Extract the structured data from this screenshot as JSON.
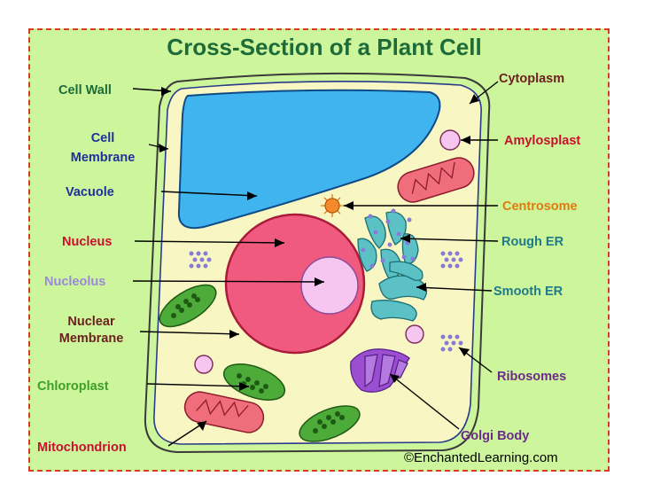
{
  "title": "Cross-Section of a Plant Cell",
  "credit": "©EnchantedLearning.com",
  "labels": {
    "cell_wall": "Cell Wall",
    "cell_membrane_1": "Cell",
    "cell_membrane_2": "Membrane",
    "vacuole": "Vacuole",
    "nucleus": "Nucleus",
    "nucleolus": "Nucleolus",
    "nuclear_membrane_1": "Nuclear",
    "nuclear_membrane_2": "Membrane",
    "chloroplast": "Chloroplast",
    "mitochondrion": "Mitochondrion",
    "cytoplasm": "Cytoplasm",
    "amylosplast": "Amylosplast",
    "centrosome": "Centrosome",
    "rough_er": "Rough ER",
    "smooth_er": "Smooth ER",
    "ribosomes": "Ribosomes",
    "golgi_body": "Golgi Body"
  },
  "colors": {
    "frame_background": "#ccf59c",
    "frame_border": "#d83a2a",
    "cell_cytoplasm": "#f8f6c2",
    "vacuole": "#3fb4ee",
    "nucleus": "#f05a7e",
    "nucleolus": "#f7c6f0",
    "chloroplast": "#4dab3a",
    "mitochondrion": "#f06d7c",
    "er": "#5cc1c4",
    "golgi": "#9a4fd1",
    "label_green": "#1e6b3a",
    "label_blue": "#1f2f9c",
    "label_red": "#c8102e",
    "label_lilac": "#9a8ad8",
    "label_brown": "#6b1f1f",
    "label_lime": "#3f9e2a",
    "label_orange": "#e07a0e",
    "label_teal": "#1f7a8a",
    "label_purple": "#6e2a8a"
  }
}
